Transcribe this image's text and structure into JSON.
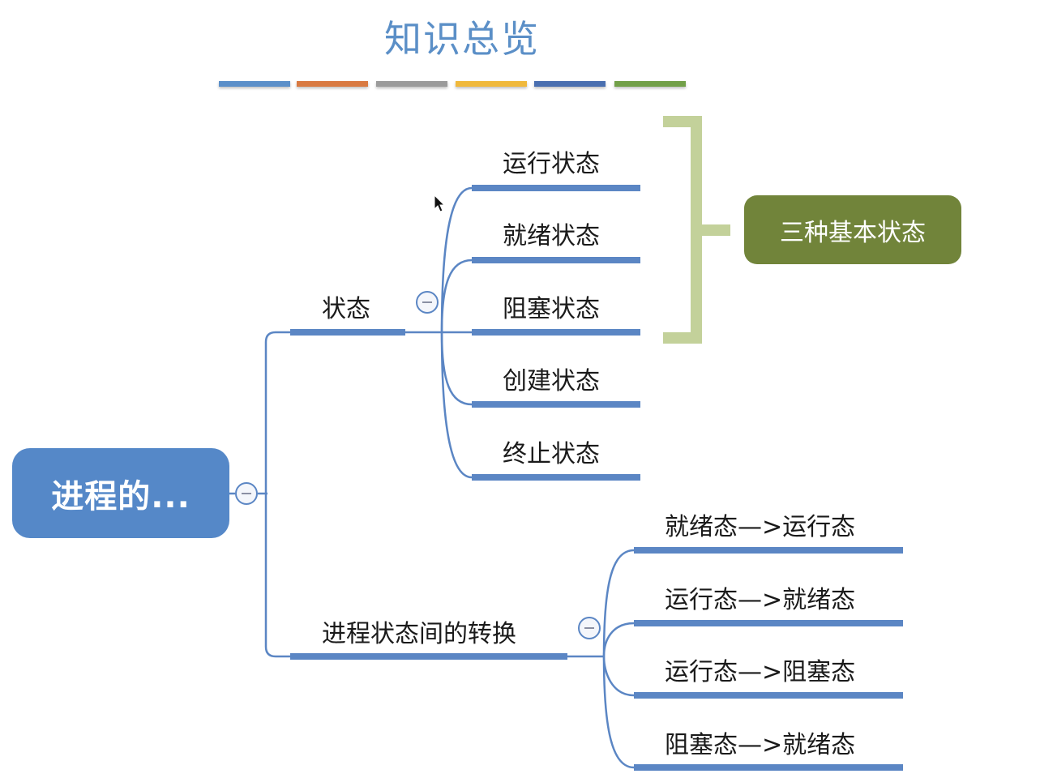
{
  "page": {
    "title": "知识总览",
    "accent_bars": [
      "#5b8fc9",
      "#d97a42",
      "#9b9b9b",
      "#f0b93c",
      "#4a6fb0",
      "#72a048"
    ]
  },
  "colors": {
    "branch": "#5b86c4",
    "root_fill": "#5588c8",
    "bracket": "#c3d19a",
    "summary_fill": "#71843a"
  },
  "mindmap": {
    "root": {
      "label": "进程的..."
    },
    "branches": [
      {
        "label": "状态",
        "children": [
          "运行状态",
          "就绪状态",
          "阻塞状态",
          "创建状态",
          "终止状态"
        ]
      },
      {
        "label": "进程状态间的转换",
        "children": [
          "就绪态—>运行态",
          "运行态—>就绪态",
          "运行态—>阻塞态",
          "阻塞态—>就绪态"
        ]
      }
    ],
    "summary": {
      "label": "三种基本状态",
      "covers": [
        "运行状态",
        "就绪状态",
        "阻塞状态"
      ]
    }
  }
}
